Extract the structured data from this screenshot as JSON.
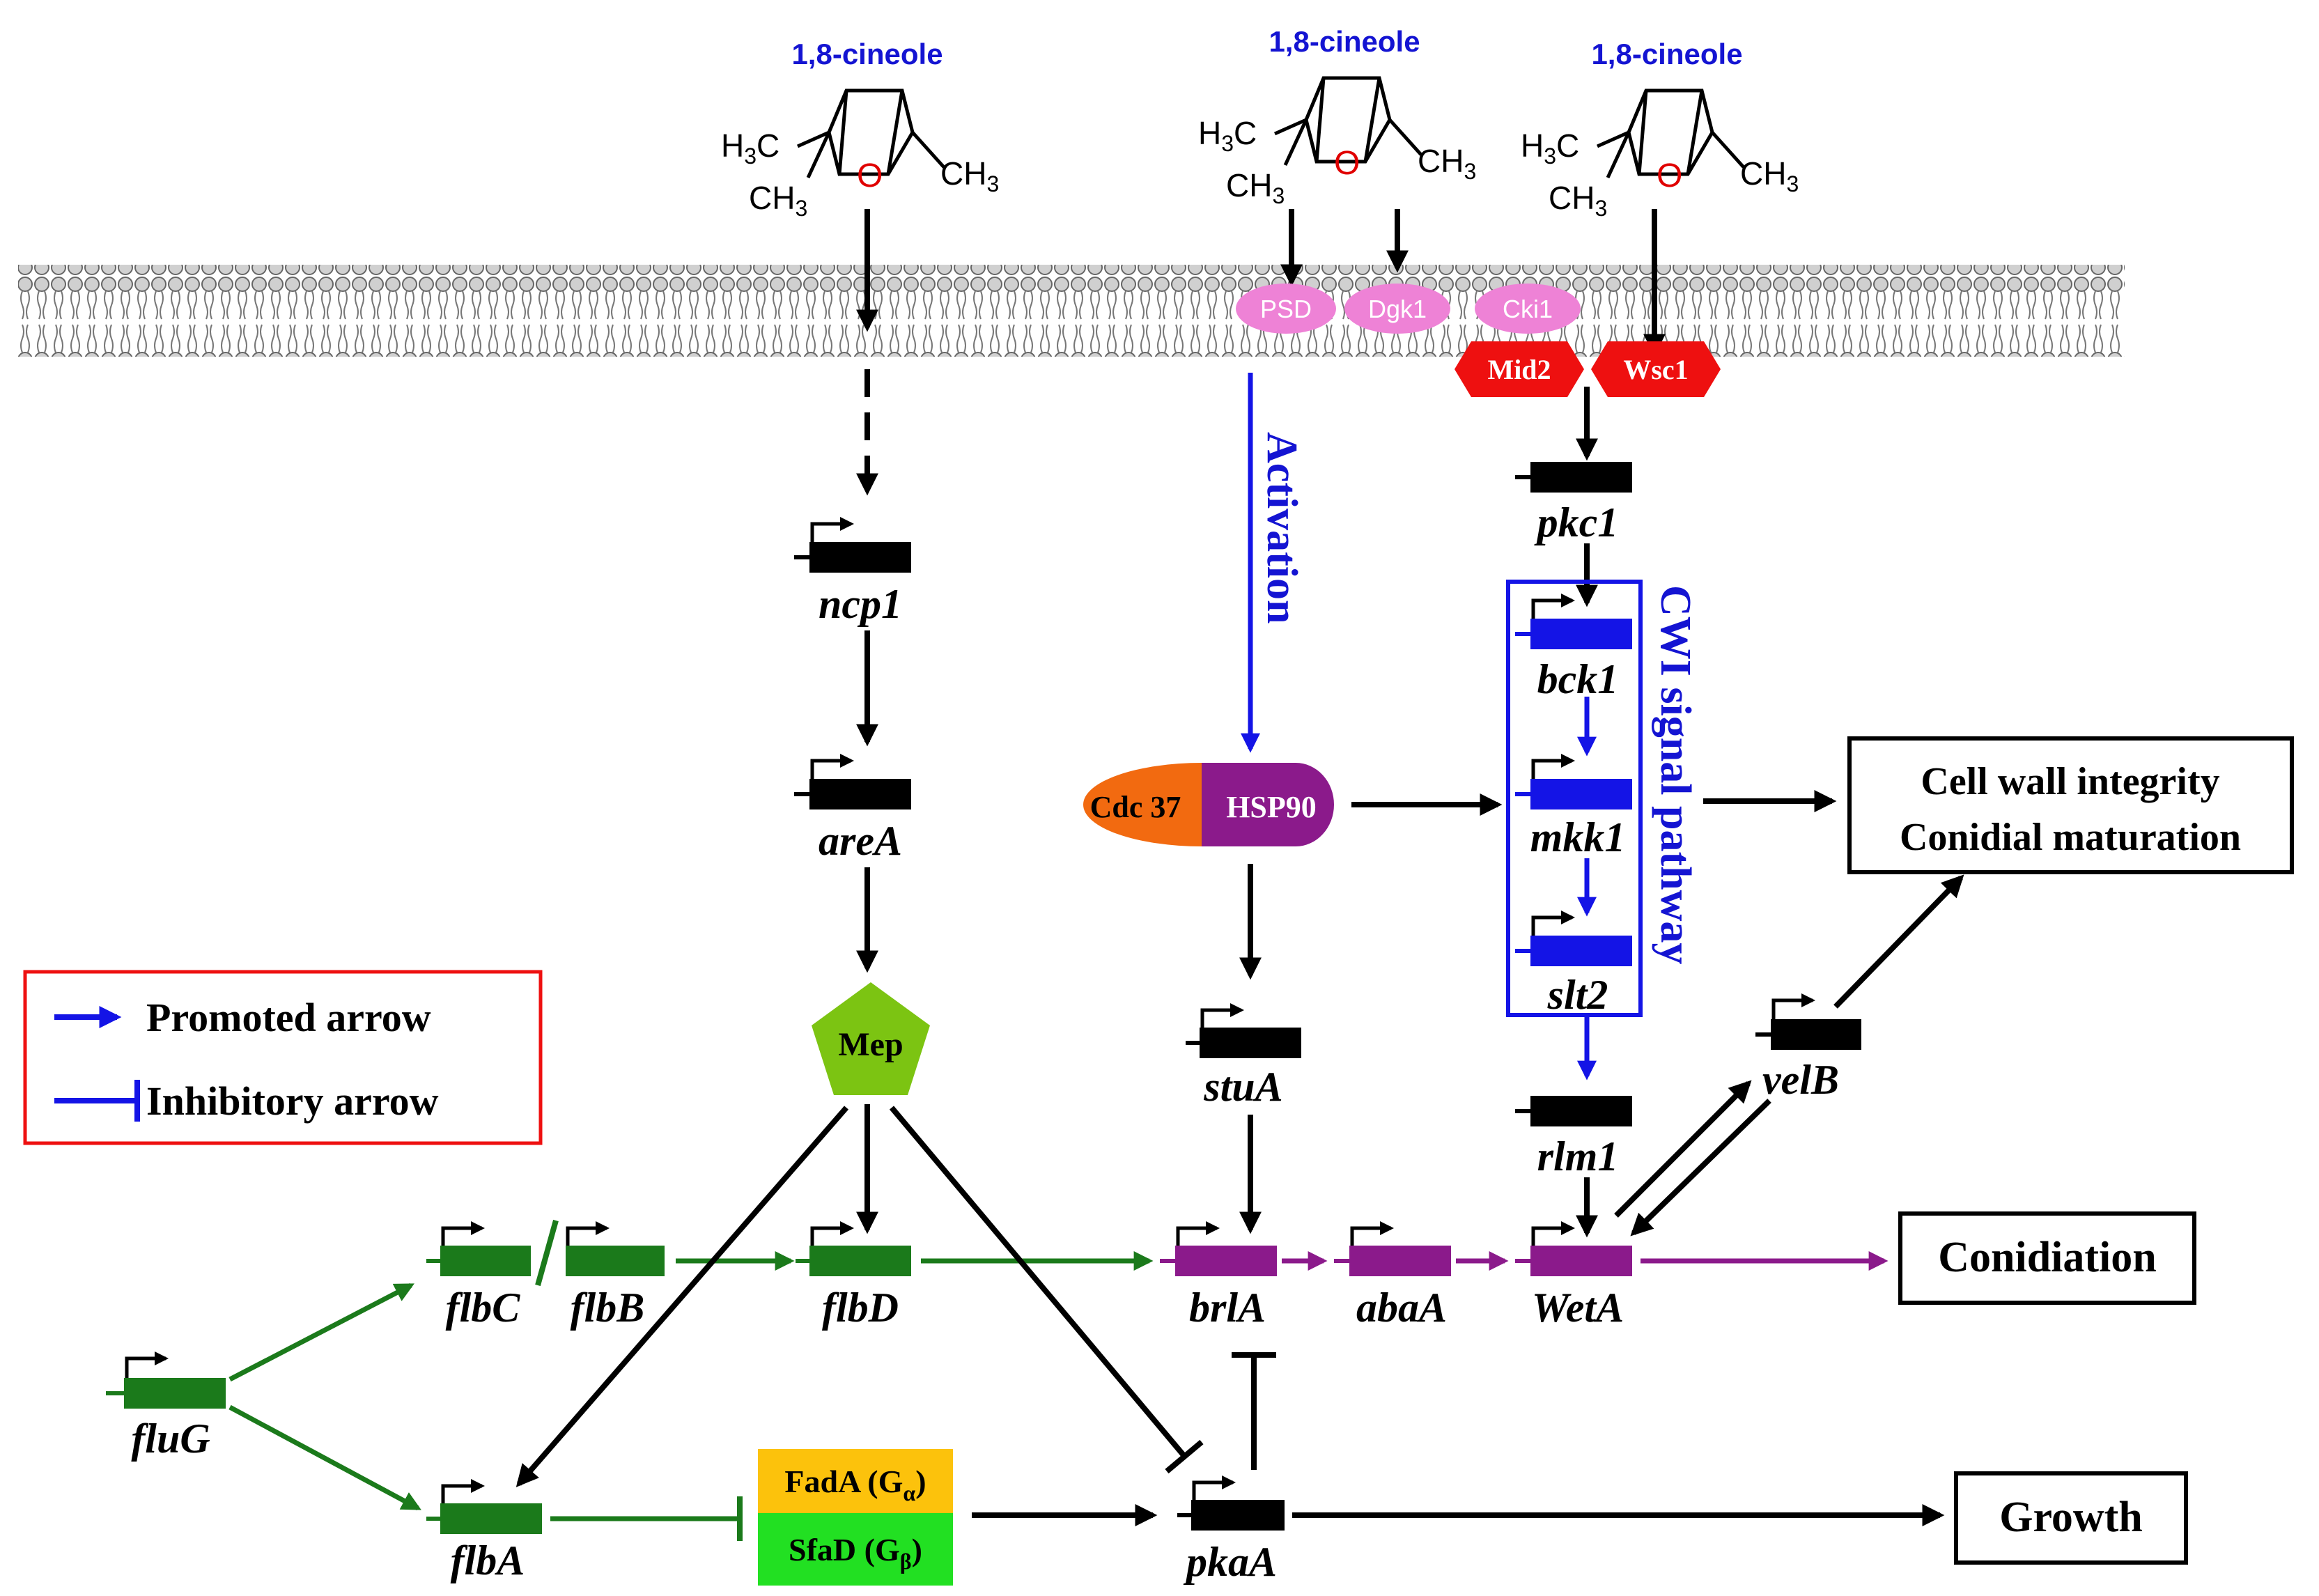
{
  "colors": {
    "black": "#000000",
    "green": "#1b7a1b",
    "purple": "#8b1a8b",
    "blue": "#1414e6",
    "red": "#ff0000",
    "pink": "#ee82d6",
    "orange": "#f26a10",
    "mep": "#7cc412",
    "fada": "#fcc20c",
    "sfad": "#22e022",
    "membrane": "#999999"
  },
  "cineole": {
    "label": "1,8-cineole",
    "h3c": "H",
    "c": "C",
    "ch": "CH",
    "three": "3",
    "oxygen": "O"
  },
  "membrane_proteins": {
    "psd": "PSD",
    "dgk1": "Dgk1",
    "cki1": "Cki1",
    "mid2": "Mid2",
    "wsc1": "Wsc1"
  },
  "complex": {
    "cdc37": "Cdc 37",
    "hsp90": "HSP90"
  },
  "mep": "Mep",
  "genes": {
    "ncp1": "ncp1",
    "areA": "areA",
    "pkc1": "pkc1",
    "bck1": "bck1",
    "mkk1": "mkk1",
    "slt2": "slt2",
    "rlm1": "rlm1",
    "stuA": "stuA",
    "velB": "velB",
    "flbC": "flbC",
    "flbB": "flbB",
    "flbD": "flbD",
    "brlA": "brlA",
    "abaA": "abaA",
    "WetA": "WetA",
    "fluG": "fluG",
    "flbA": "flbA",
    "pkaA": "pkaA"
  },
  "g_proteins": {
    "fada": "FadA (G",
    "fada_sub": "α",
    "sfad": "SfaD (G",
    "sfad_sub": "β",
    "close": ")"
  },
  "labels": {
    "activation": "Activation",
    "cwi": "CWI signal pathway"
  },
  "outcomes": {
    "cwi_line1": "Cell wall integrity",
    "cwi_line2": "Conidial maturation",
    "conidiation": "Conidiation",
    "growth": "Growth"
  },
  "legend": {
    "promoted": "Promoted arrow",
    "inhibitory": "Inhibitory arrow"
  }
}
